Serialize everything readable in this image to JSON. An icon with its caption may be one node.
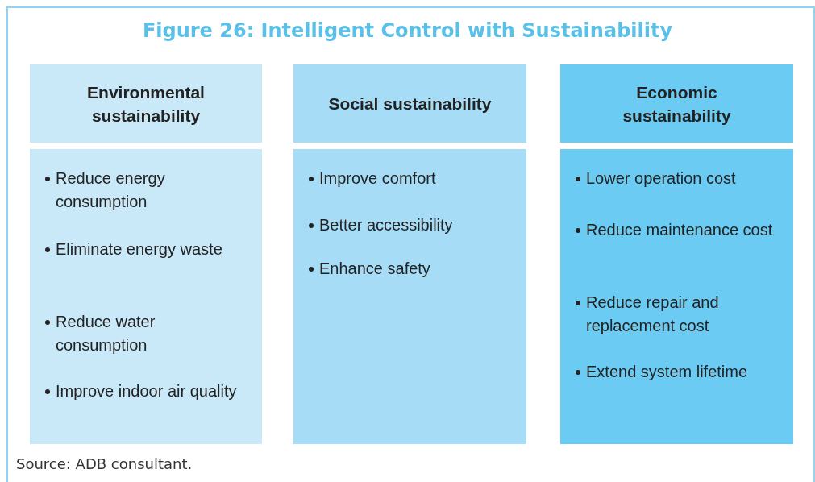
{
  "diagram": {
    "title": "Figure 26: Intelligent Control with Sustainability",
    "caption": "Source: ADB consultant.",
    "nodes": [
      {
        "text": [
          "Environmental sustainability"
        ]
      },
      {
        "text": [
          "Social sustainability"
        ]
      },
      {
        "text": [
          "Economic sustainability"
        ]
      },
      {
        "text": [
          "Reduce energy consumption",
          "Eliminate energy waste",
          "Reduce water consumption",
          "Improve indoor air quality"
        ]
      },
      {
        "text": [
          "Improve comfort",
          "Better accessibility",
          "Enhance safety"
        ]
      },
      {
        "text": [
          "Lower operation cost",
          "Reduce maintenance cost",
          "Reduce repair and replacement cost",
          "Extend system lifetime"
        ]
      }
    ]
  }
}
